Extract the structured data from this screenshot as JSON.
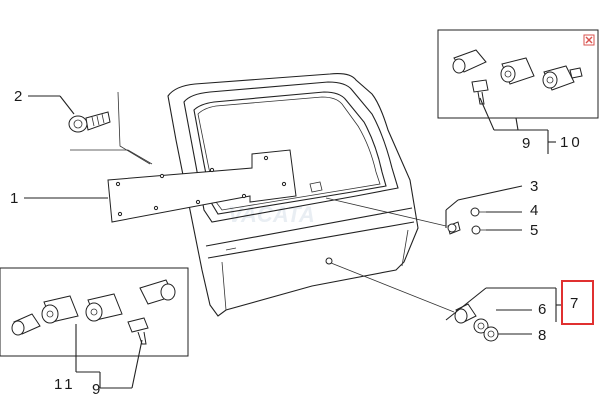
{
  "callouts": {
    "c1": "1",
    "c2": "2",
    "c3": "3",
    "c4": "4",
    "c5": "5",
    "c6": "6",
    "c7": "7",
    "c8": "8",
    "c9_top": "9",
    "c10": "10",
    "c9_bottom": "9",
    "c11": "11"
  },
  "icons": {
    "close": "close-icon"
  },
  "colors": {
    "highlight": "#e03030",
    "close_icon": "#d9534f",
    "line": "#222222"
  }
}
